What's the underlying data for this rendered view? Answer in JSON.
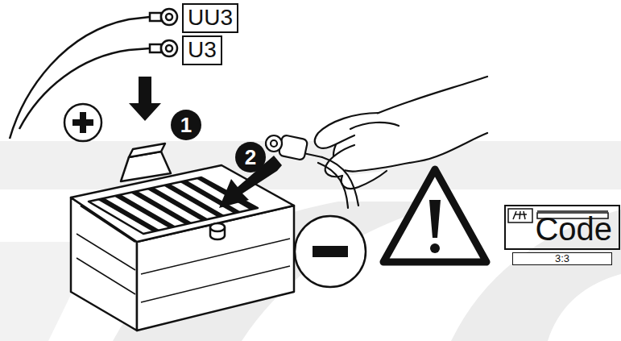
{
  "diagram": {
    "nodes": [
      {
        "text": [
          "UU3"
        ]
      },
      {
        "text": [
          "U3"
        ]
      },
      {
        "text": [
          "Code"
        ]
      },
      {
        "text": [
          "3:3"
        ]
      }
    ],
    "labels": [
      "1",
      "2"
    ]
  }
}
